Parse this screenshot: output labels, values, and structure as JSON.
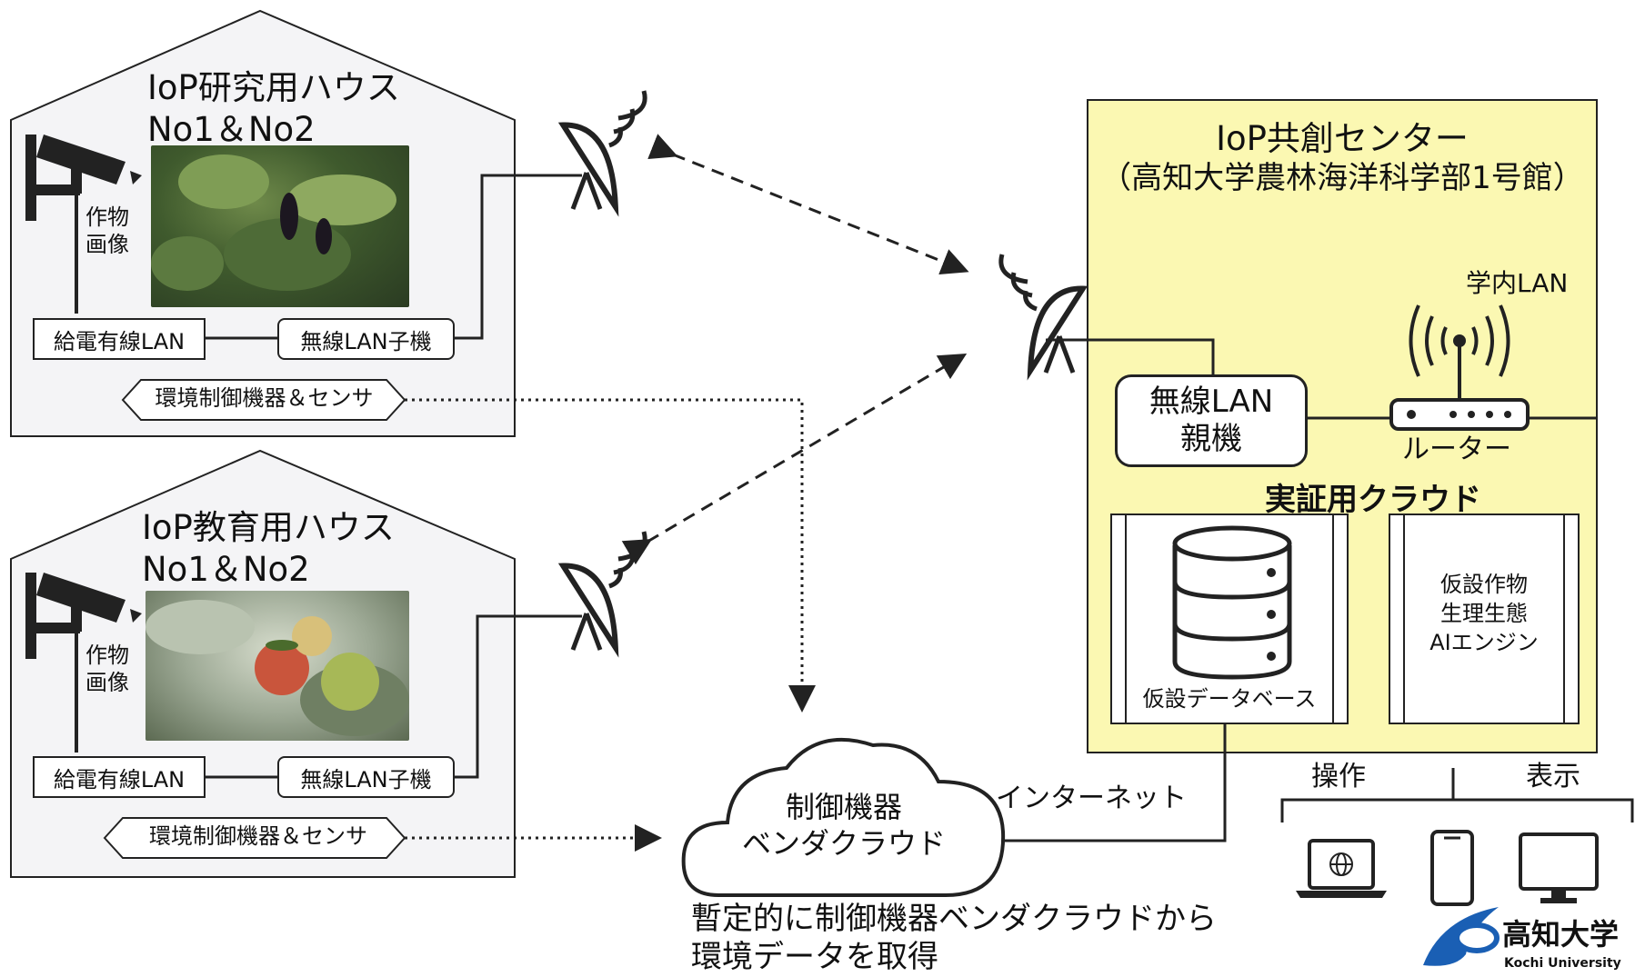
{
  "house1": {
    "title_line1": "IoP研究用ハウス",
    "title_line2": "No1＆No2",
    "crop_image_label_line1": "作物",
    "crop_image_label_line2": "画像",
    "power_lan": "給電有線LAN",
    "wireless_client": "無線LAN子機",
    "env_control": "環境制御機器＆センサ"
  },
  "house2": {
    "title_line1": "IoP教育用ハウス",
    "title_line2": "No1＆No2",
    "crop_image_label_line1": "作物",
    "crop_image_label_line2": "画像",
    "power_lan": "給電有線LAN",
    "wireless_client": "無線LAN子機",
    "env_control": "環境制御機器＆センサ"
  },
  "center": {
    "title_line1": "IoP共創センター",
    "title_line2": "（高知大学農林海洋科学部1号館）",
    "campus_lan": "学内LAN",
    "wireless_parent_line1": "無線LAN",
    "wireless_parent_line2": "親機",
    "router": "ルーター",
    "cloud_title": "実証用クラウド",
    "database": "仮設データベース",
    "ai_engine_line1": "仮設作物",
    "ai_engine_line2": "生理生態",
    "ai_engine_line3": "AIエンジン"
  },
  "vendor_cloud": {
    "line1": "制御機器",
    "line2": "ベンダクラウド"
  },
  "internet": "インターネット",
  "note_line1": "暫定的に制御機器ベンダクラウドから",
  "note_line2": "環境データを取得",
  "devices": {
    "operate": "操作",
    "display": "表示"
  },
  "logo": {
    "name": "高知大学",
    "sub": "Kochi University"
  },
  "colors": {
    "center_fill": "#fbf8b2",
    "house_fill": "#f4f4f6",
    "line": "#222222",
    "logo_blue": "#1a5fb4"
  },
  "icons": [
    "camera-icon",
    "satellite-dish-icon",
    "wifi-router-icon",
    "database-icon",
    "cloud-icon",
    "laptop-icon",
    "smartphone-icon",
    "monitor-icon"
  ]
}
